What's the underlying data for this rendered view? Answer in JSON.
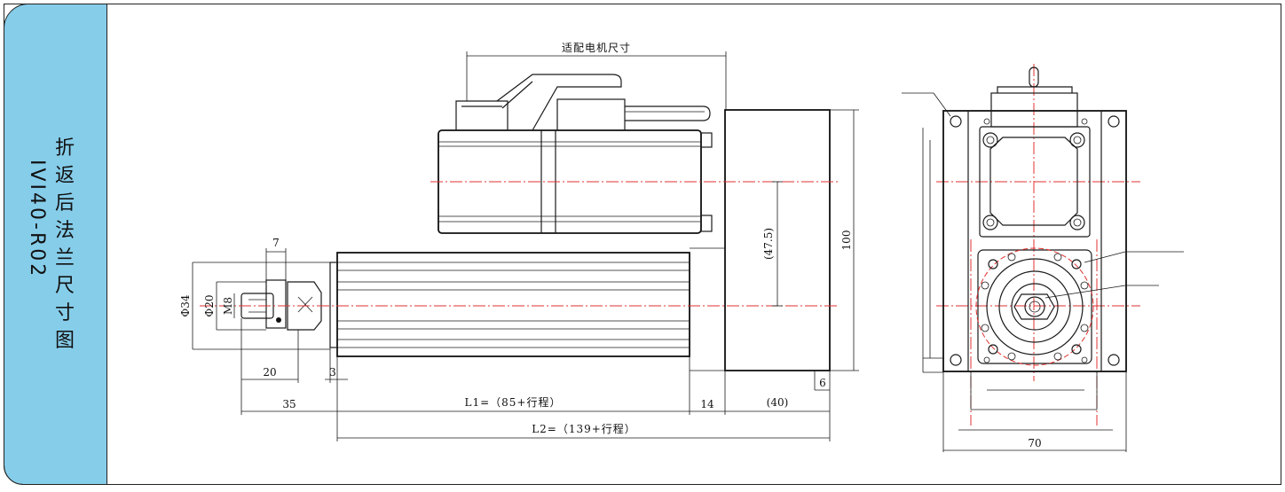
{
  "sidebar": {
    "title_chars": [
      "折",
      "返",
      "后",
      "法",
      "兰",
      "尺",
      "寸",
      "图"
    ],
    "model": "IVI40-R02"
  },
  "dimensions": {
    "motor_size": "适配电机尺寸",
    "d7": "7",
    "phi34": "Φ34",
    "phi20": "Φ20",
    "m8": "M8",
    "d20": "20",
    "d3": "3",
    "d35": "35",
    "l1": "L1=（85+行程）",
    "d14": "14",
    "d40": "(40)",
    "d6": "6",
    "l2": "L2=（139+行程）",
    "d47_5": "(47.5)",
    "d100": "100",
    "d70": "70"
  },
  "colors": {
    "sidebar": "#86cdea",
    "centerline": "#e03030",
    "line": "#1a1a1a"
  }
}
